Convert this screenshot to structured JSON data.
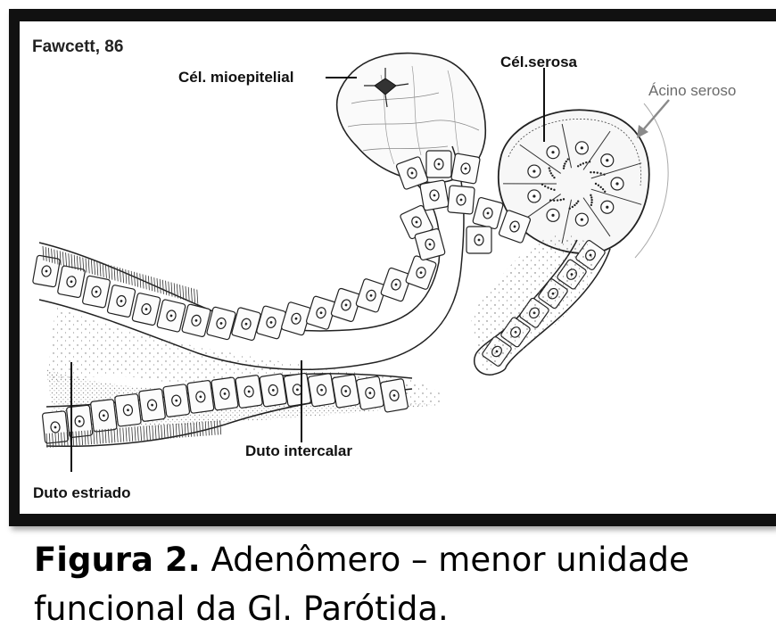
{
  "figure": {
    "source_label": "Fawcett, 86",
    "labels": {
      "mioepitelial": "Cél. mioepitelial",
      "serosa": "Cél.serosa",
      "acino": "Ácino seroso",
      "intercalar": "Duto intercalar",
      "estriado": "Duto estriado"
    }
  },
  "caption": {
    "prefix": "Figura 2.",
    "text": " Adenômero – menor unidade funcional da Gl. Parótida."
  },
  "colors": {
    "frame": "#111111",
    "ink": "#222222",
    "arrow_grey": "#8a8a8a",
    "label_grey": "#6b6b6b"
  }
}
